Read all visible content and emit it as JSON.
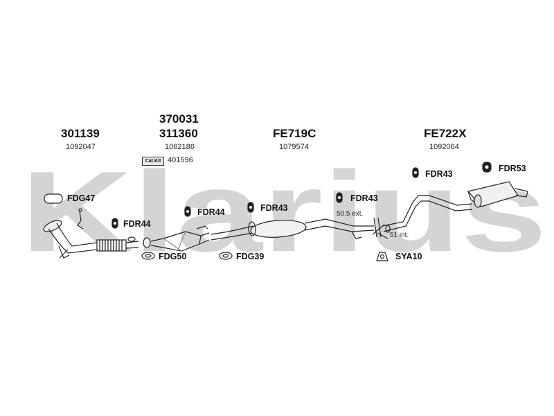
{
  "watermark": {
    "text": "Klarius",
    "color": "#d4d4d4"
  },
  "groups": [
    {
      "codes": [
        "301139"
      ],
      "ref": "1092047"
    },
    {
      "codes": [
        "370031",
        "311360"
      ],
      "ref": "1062186"
    },
    {
      "codes": [
        "FE719C"
      ],
      "ref": "1079574"
    },
    {
      "codes": [
        "FE722X"
      ],
      "ref": "1092064"
    }
  ],
  "catkit": {
    "badge": "Cat.Kit",
    "ref": "401596"
  },
  "parts": {
    "fdg47": "FDG47",
    "fdr44_a": "FDR44",
    "fdr44_b": "FDR44",
    "fdr43_a": "FDR43",
    "fdr43_b": "FDR43",
    "fdr43_c": "FDR43",
    "fdr53": "FDR53",
    "fdg50": "FDG50",
    "fdg39": "FDG39",
    "sya10": "SYA10"
  },
  "notes": {
    "ext": "50.5 ext.",
    "int": "51 int."
  }
}
